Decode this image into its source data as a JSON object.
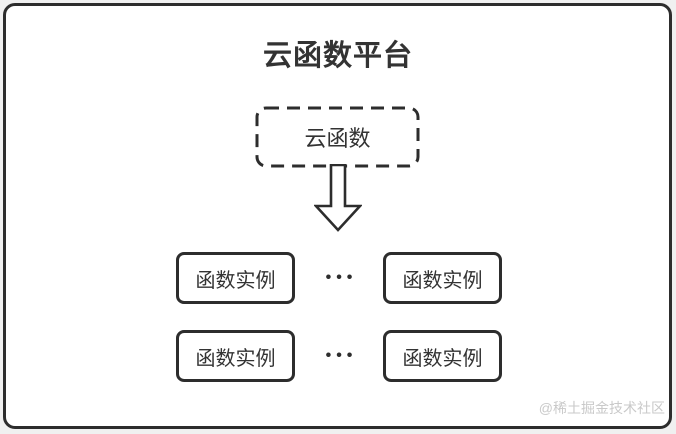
{
  "diagram": {
    "title": "云函数平台",
    "cloud_function_box": {
      "label": "云函数"
    },
    "arrow_icon": "arrow-down",
    "instance_grid": {
      "rows": [
        {
          "left_label": "函数实例",
          "ellipsis": "•••",
          "right_label": "函数实例"
        },
        {
          "left_label": "函数实例",
          "ellipsis": "•••",
          "right_label": "函数实例"
        }
      ]
    },
    "watermark": "@稀土掘金技术社区",
    "colors": {
      "border": "#2d2d2d",
      "text": "#333333",
      "background": "#ffffff",
      "page_background": "#f0f0f0",
      "watermark": "#c9c9c9"
    }
  }
}
